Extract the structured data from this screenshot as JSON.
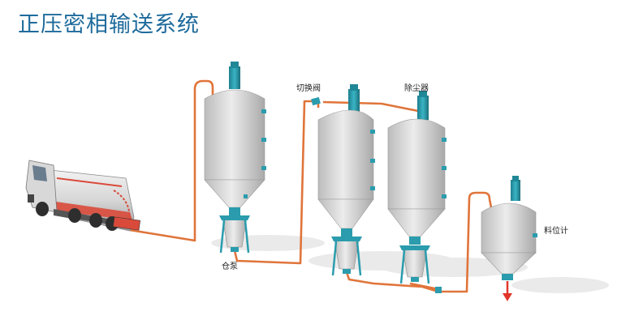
{
  "title": "正压密相输送系统",
  "labels": {
    "pump": "仓泵",
    "valve": "切换阀",
    "filter": "除尘器",
    "level": "料位计"
  },
  "colors": {
    "title": "#1e6b9c",
    "pipe": "#e0743a",
    "silo_body": "#dcdcdc",
    "fitting": "#2a9cad",
    "arrow": "#e0362a",
    "truck_tank_stripe": "#d94a3a"
  },
  "icons": [
    "tanker-truck-icon",
    "silo-icon",
    "silo-icon",
    "silo-icon",
    "small-silo-icon",
    "transfer-pump-icon",
    "discharge-arrow-icon"
  ]
}
